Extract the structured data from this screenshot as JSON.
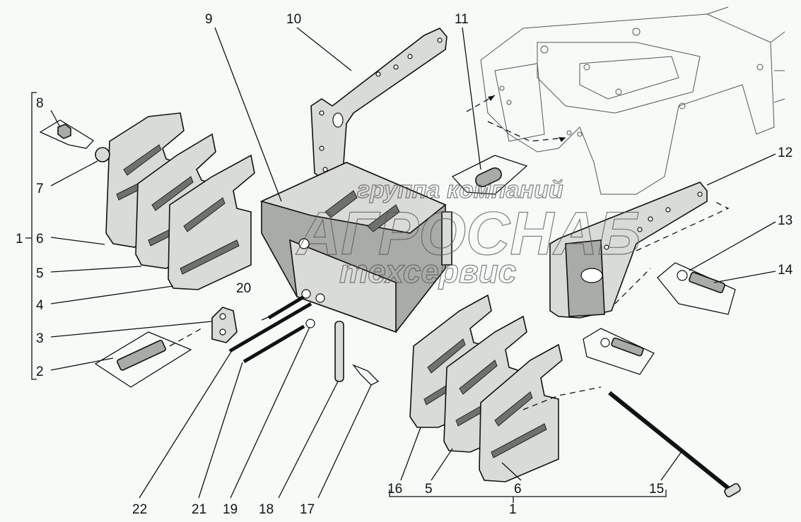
{
  "diagram": {
    "type": "exploded parts diagram",
    "subject": "front ballast weights and bracket assembly",
    "watermark": {
      "line1": "группа компаний",
      "line2": "АГРОСНАБ",
      "line3": "техсервис"
    },
    "callouts": {
      "c1_left": "1",
      "c2": "2",
      "c3": "3",
      "c4": "4",
      "c5_left": "5",
      "c6_left": "6",
      "c7": "7",
      "c8": "8",
      "c9": "9",
      "c10": "10",
      "c11": "11",
      "c12": "12",
      "c13": "13",
      "c14": "14",
      "c15": "15",
      "c16": "16",
      "c5_bottom": "5",
      "c6_bottom": "6",
      "c1_bottom": "1",
      "c17": "17",
      "c18": "18",
      "c19": "19",
      "c20": "20",
      "c21": "21",
      "c22": "22"
    }
  }
}
